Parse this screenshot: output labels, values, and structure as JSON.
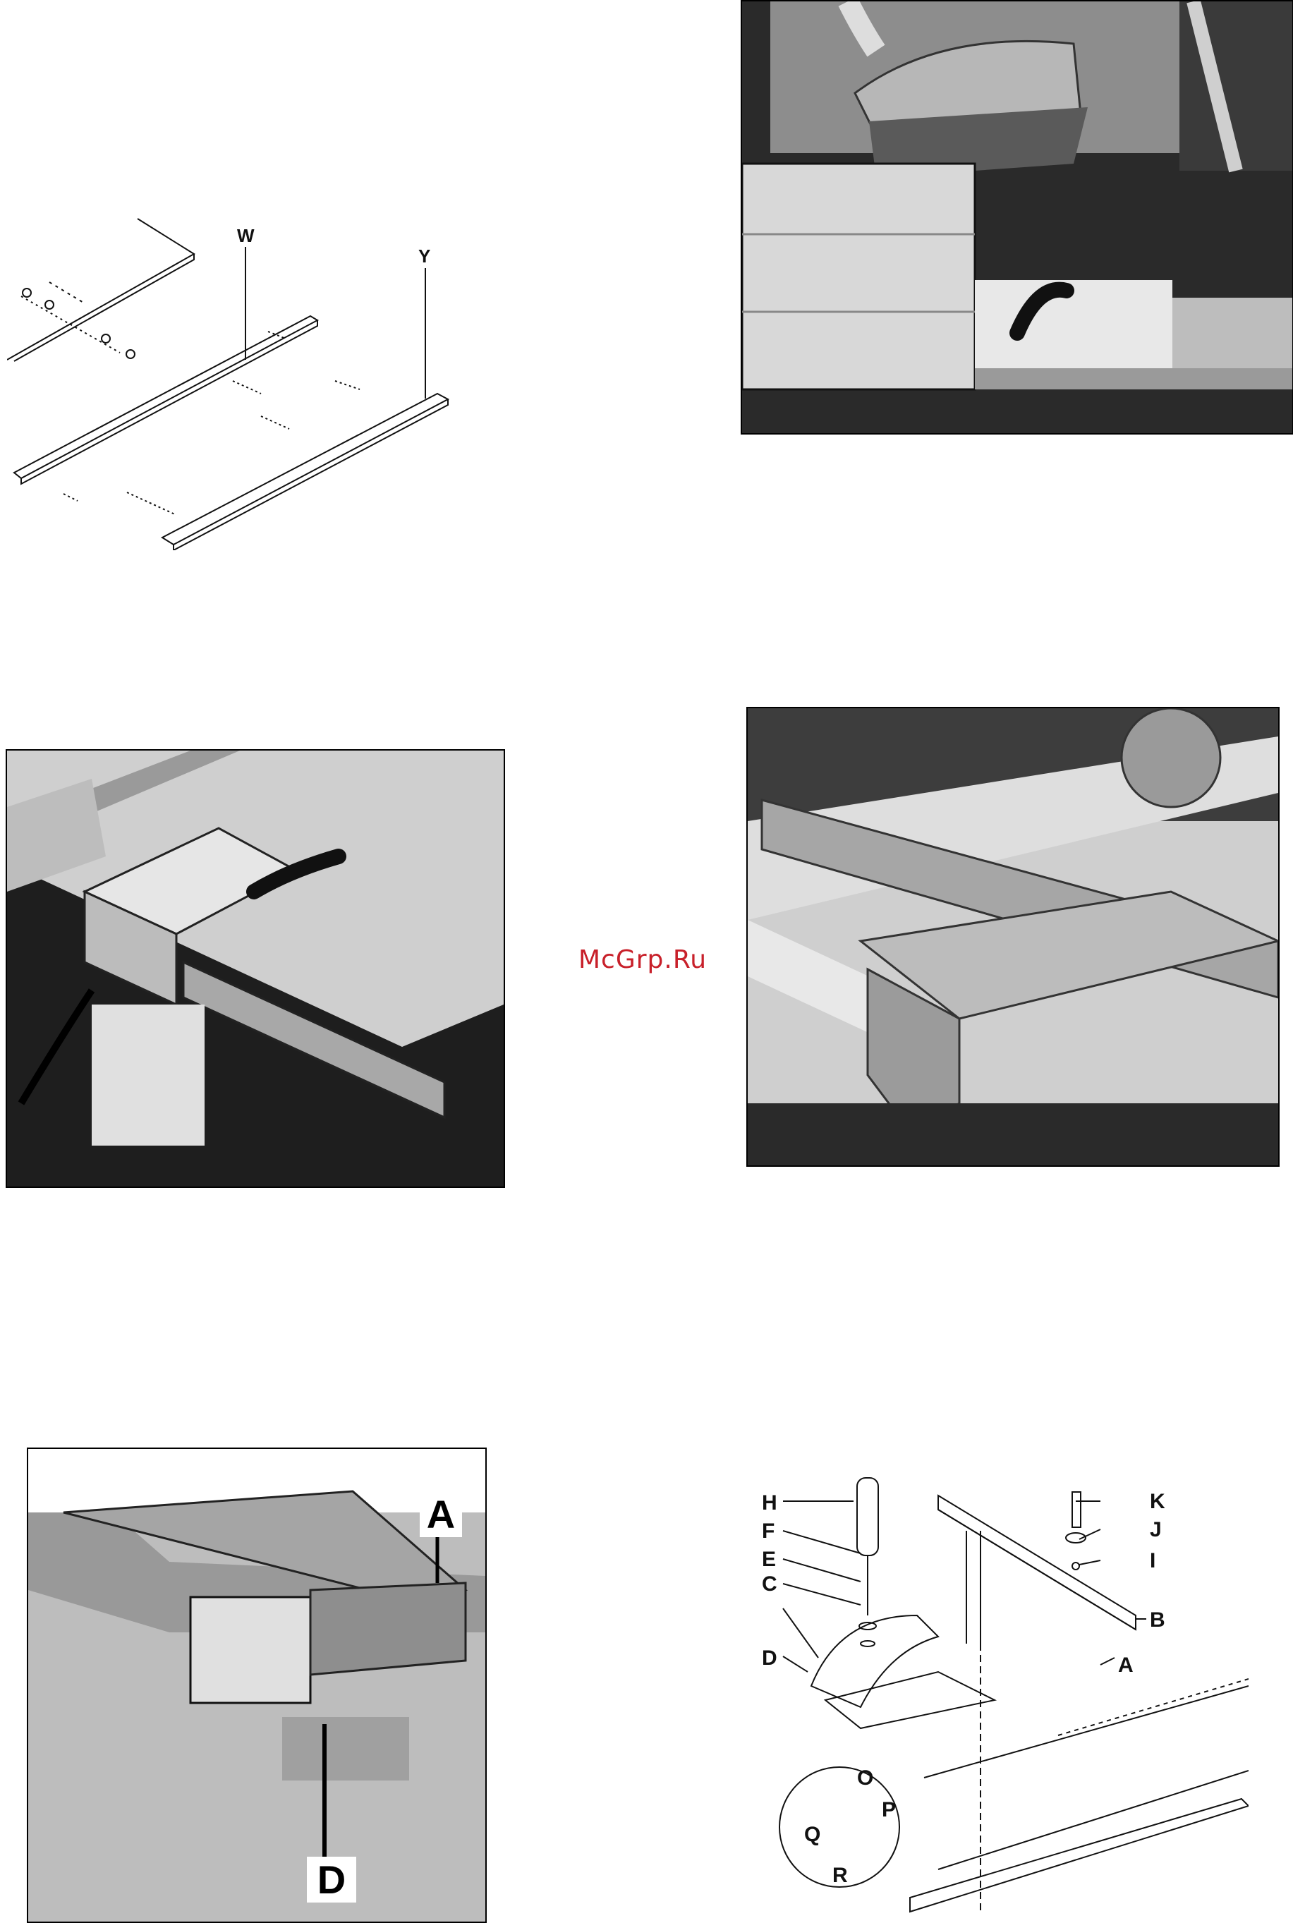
{
  "watermark": "McGrp.Ru",
  "fig_rails": {
    "labels": {
      "w": "W",
      "y": "Y"
    }
  },
  "fig_photo_d": {
    "labels": {
      "a": "A",
      "d": "D"
    }
  },
  "fig_mitre": {
    "labels": {
      "h": "H",
      "f": "F",
      "e": "E",
      "c": "C",
      "d": "D",
      "k": "K",
      "j": "J",
      "i": "I",
      "b": "B",
      "a": "A",
      "o1": "O",
      "p": "P",
      "q": "Q",
      "r": "R"
    }
  }
}
